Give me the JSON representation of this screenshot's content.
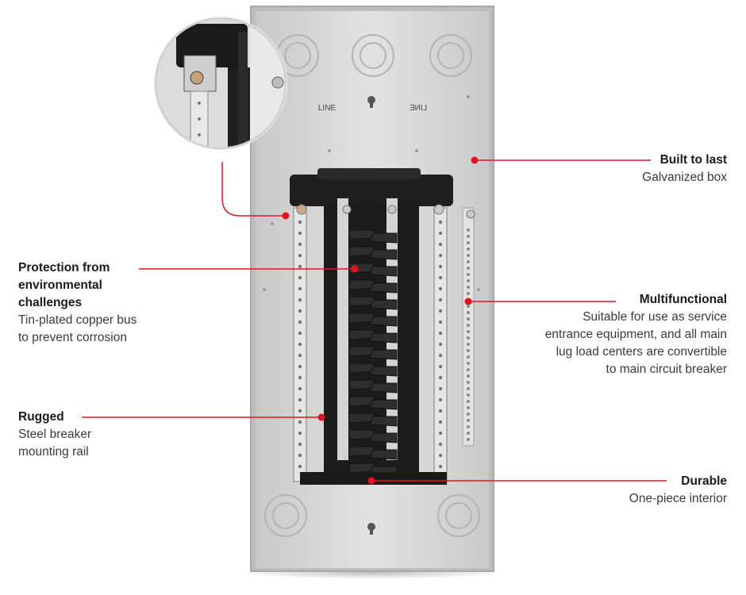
{
  "panel": {
    "line_left": "LINE",
    "line_right": "LINE"
  },
  "callouts": {
    "built_to_last": {
      "title": "Built to last",
      "desc": "Galvanized box"
    },
    "protection": {
      "title": "Protection from environmental challenges",
      "desc": "Tin-plated copper bus to prevent corrosion"
    },
    "multifunctional": {
      "title": "Multifunctional",
      "desc": "Suitable for use as service entrance equipment, and all main lug load centers are convertible to main circuit breaker"
    },
    "rugged": {
      "title": "Rugged",
      "desc": "Steel breaker mounting rail"
    },
    "durable": {
      "title": "Durable",
      "desc": "One-piece interior"
    }
  },
  "colors": {
    "accent": "#e3141f",
    "box": "#d9d9d9",
    "interior": "#1f1f1f",
    "bus": "#e9e9e9"
  }
}
